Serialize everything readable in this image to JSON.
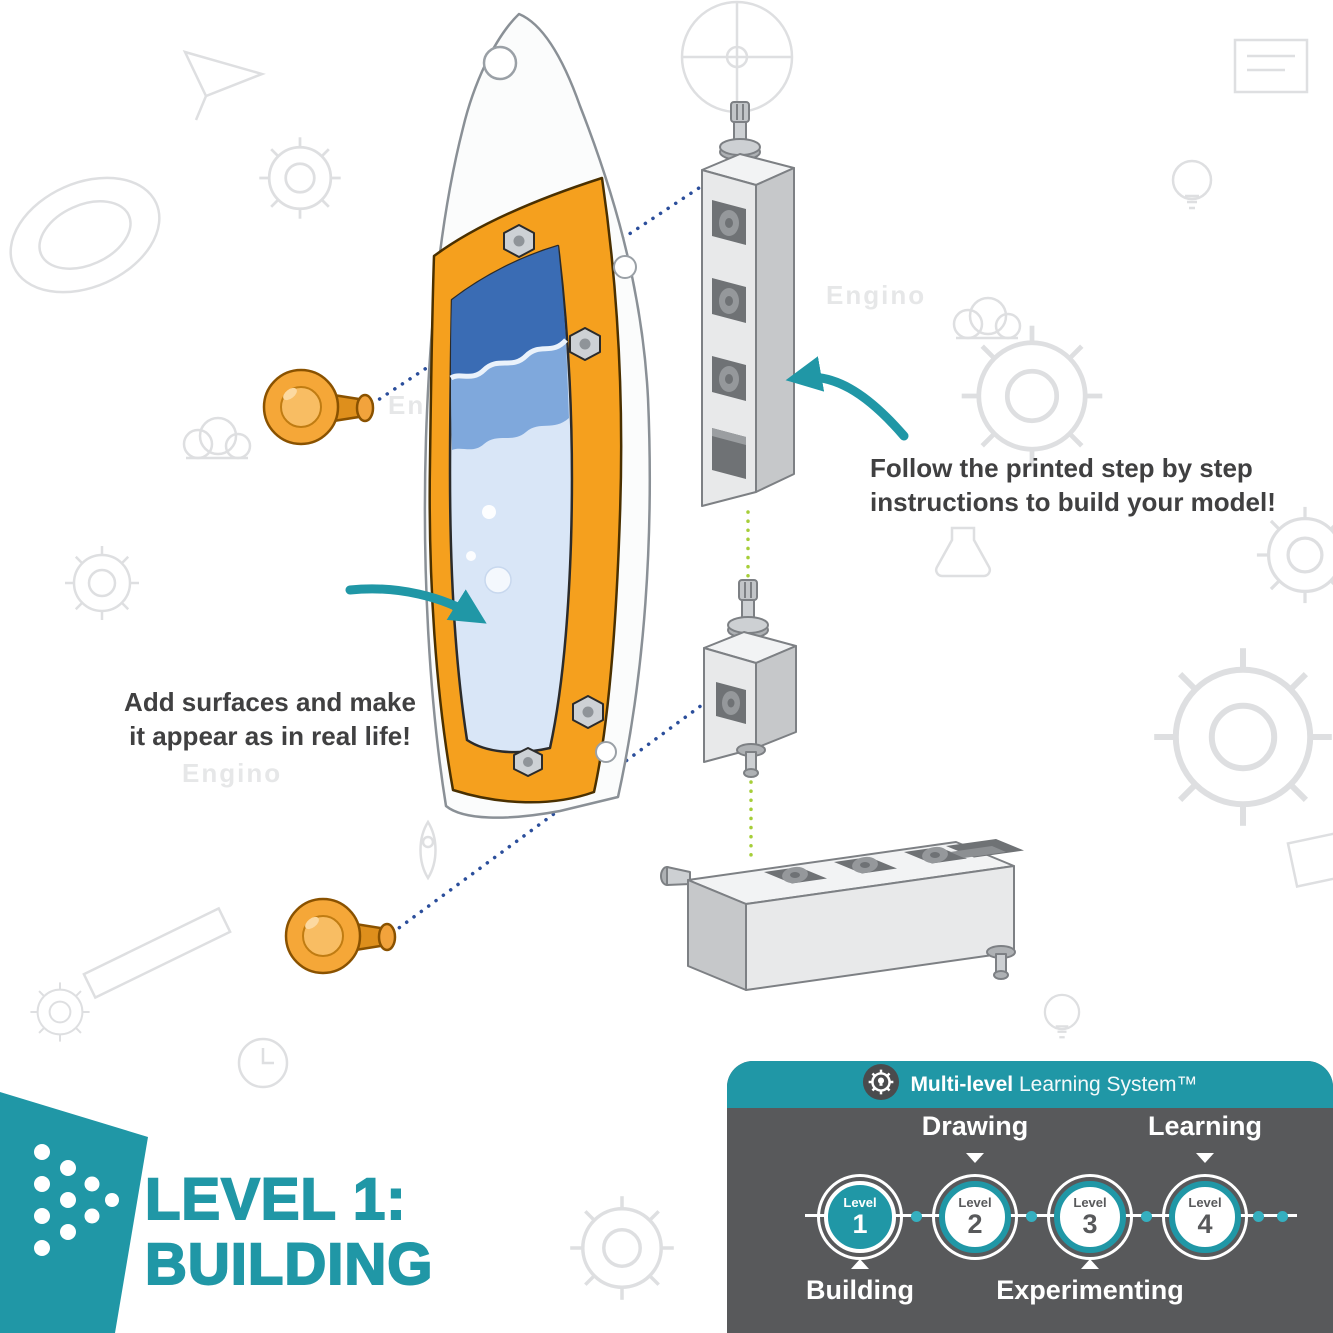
{
  "background": {
    "watermark": "Engino"
  },
  "annotations": {
    "follow": "Follow the printed step by step\ninstructions to build your model!",
    "surfaces": "Add surfaces and make\nit appear as in real life!"
  },
  "title": {
    "line1": "LEVEL 1:",
    "line2": "BUILDING"
  },
  "learning_system": {
    "header": {
      "brand_bold": "Multi-level",
      "brand_rest": " Learning System™"
    },
    "top_labels": [
      "Drawing",
      "Learning"
    ],
    "bottom_labels": [
      "Building",
      "Experimenting"
    ],
    "levels": [
      {
        "word": "Level",
        "num": "1",
        "active": true
      },
      {
        "word": "Level",
        "num": "2",
        "active": false
      },
      {
        "word": "Level",
        "num": "3",
        "active": false
      },
      {
        "word": "Level",
        "num": "4",
        "active": false
      }
    ]
  },
  "colors": {
    "teal": "#2097A6",
    "panel_gray": "#58595B",
    "orange": "#F5A01E",
    "guide_blue": "#2B4E9B",
    "guide_green": "#A6CE39"
  }
}
